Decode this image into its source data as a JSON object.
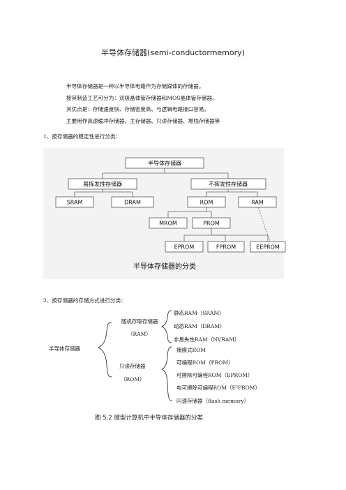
{
  "title": "半导体存储器(semi-conductormemory)",
  "intro": [
    "半导体存储器是一种以半导体电路作为存储媒体的存储器。",
    "按其制造工艺可分为：双极晶体管存储器和MOS晶体管存储器。",
    "其优点是：存储速度快、存储密度高、与逻辑电路接口容易。",
    "主要用作高速缓冲存储器、主存储器、只读存储器、堆栈存储器等"
  ],
  "section1_heading": "1、按存储器的稳定性进行分类：",
  "tree": {
    "root": "半导体存储器",
    "volatile": "易挥发性存储器",
    "nonvolatile": "不挥发性存储器",
    "sram": "SRAM",
    "dram": "DRAM",
    "rom": "ROM",
    "ram": "RAM",
    "mrom": "MROM",
    "prom": "PROM",
    "eprom": "EPROM",
    "fprom": "FPROM",
    "eeprom": "EEPROM",
    "caption": "半导体存储器的分类"
  },
  "section2_heading": "2、按存储器的存储方式进行分类：",
  "fig2": {
    "root": "半导体存储器",
    "ram_group_l1": "随机存取存储器",
    "ram_group_l2": "（RAM）",
    "rom_group_l1": "只读存储器",
    "rom_group_l2": "（ROM）",
    "ram_items": [
      "静态RAM（SRAM）",
      "动态RAM（DRAM）",
      "非易失性RAM（NVRAM）"
    ],
    "rom_items": [
      "掩膜式ROM",
      "可编程ROM（PROM）",
      "可擦除可编程ROM（EPROM）",
      "电可擦除可编程ROM（E²PROM）",
      "闪速存储器（flash memory）"
    ],
    "caption": "图 5.2   微型计算机中半导体存储器的分类"
  }
}
